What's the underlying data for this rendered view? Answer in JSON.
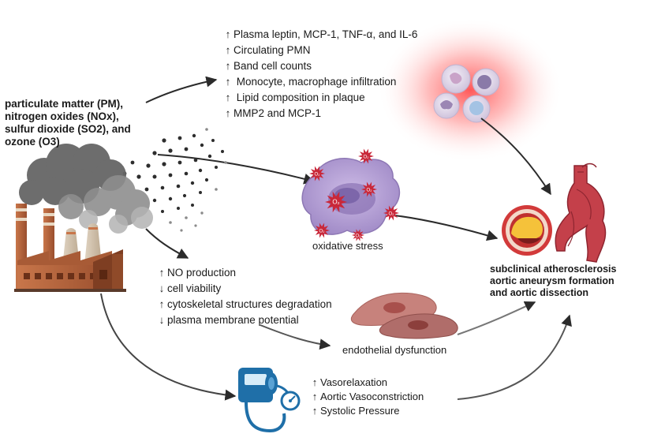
{
  "pollutants": {
    "lines": [
      "particulate matter (PM),",
      "nitrogen oxides (NOx),",
      "sulfur dioxide (SO2), and",
      "ozone (O3)"
    ]
  },
  "inflammation": {
    "items": [
      {
        "dir": "up",
        "text": "Plasma leptin, MCP-1, TNF-α, and IL-6"
      },
      {
        "dir": "up",
        "text": "Circulating PMN"
      },
      {
        "dir": "up",
        "text": "Band cell counts"
      },
      {
        "dir": "up",
        "text": " Monocyte, macrophage infiltration"
      },
      {
        "dir": "up",
        "text": " Lipid composition in plaque"
      },
      {
        "dir": "up",
        "text": "MMP2 and MCP-1"
      }
    ]
  },
  "oxidative": {
    "label": "oxidative stress",
    "radical_label": "O₂"
  },
  "endothelial": {
    "items": [
      {
        "dir": "up",
        "text": "NO production"
      },
      {
        "dir": "down",
        "text": "cell viability"
      },
      {
        "dir": "up",
        "text": "cytoskeletal structures degradation"
      },
      {
        "dir": "down",
        "text": "plasma membrane potential"
      }
    ],
    "label": "endothelial dysfunction"
  },
  "blood_pressure": {
    "items": [
      {
        "dir": "up",
        "text": "Vasorelaxation"
      },
      {
        "dir": "up",
        "text": "Aortic Vasoconstriction"
      },
      {
        "dir": "up",
        "text": "Systolic Pressure"
      }
    ]
  },
  "outcome": {
    "lines": [
      "subclinical atherosclerosis",
      "aortic aneurysm formation",
      "and aortic dissection"
    ]
  },
  "icons": {
    "factory": "factory-icon",
    "smoke": "smoke-icon",
    "particles": "particles-icon",
    "immune_cells": "immune-cells-icon",
    "macrophage": "macrophage-icon",
    "endothelial_cells": "endothelial-cells-icon",
    "bp_monitor": "blood-pressure-monitor-icon",
    "artery_section": "artery-cross-section-icon",
    "aorta": "aorta-icon"
  },
  "colors": {
    "arrow": "#2b2b2b",
    "glow": "#ff3b3b",
    "factory_brick": "#b5653e",
    "smoke": "#7a7a7a",
    "macrophage": "#b9a6d8",
    "radical": "#c9283a",
    "endothelium": "#b8706c",
    "bp_monitor": "#1f6fa8",
    "aorta": "#c4404a"
  }
}
